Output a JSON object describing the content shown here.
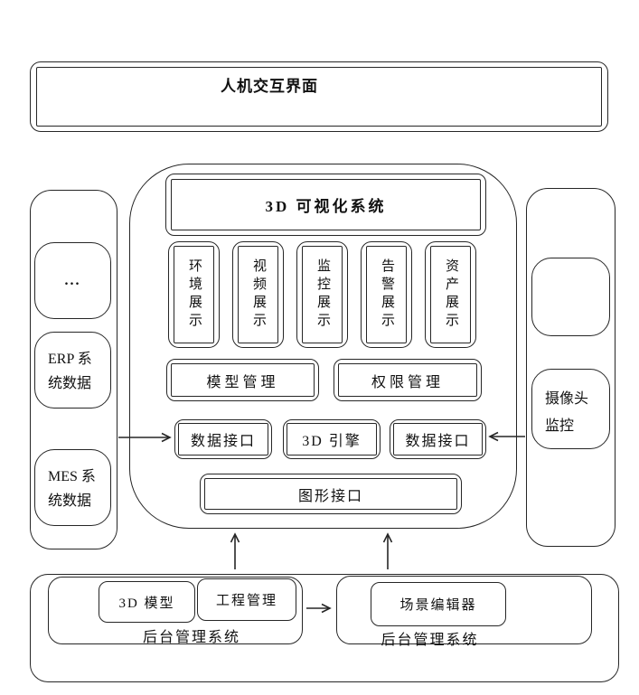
{
  "colors": {
    "line": "#262626",
    "background": "#ffffff",
    "text": "#111111"
  },
  "top_box": {
    "title": "人机交互界面"
  },
  "central_system": {
    "title": "3D 可视化系统",
    "display_modules": [
      "环境展示",
      "视频展示",
      "监控展示",
      "告警展示",
      "资产展示"
    ],
    "management_modules": {
      "model": "模型管理",
      "permission": "权限管理"
    },
    "interface_row": {
      "data_left": "数据接口",
      "engine": "3D 引擎",
      "data_right": "数据接口"
    },
    "graphics_interface": "图形接口"
  },
  "left_panel": {
    "ellipsis": "...",
    "erp": {
      "line1": "ERP 系",
      "line2": "统数据"
    },
    "mes": {
      "line1": "MES 系",
      "line2": "统数据"
    }
  },
  "right_panel": {
    "camera": {
      "line1": "摄像头",
      "line2": "监控"
    }
  },
  "bottom_section": {
    "left_system": {
      "label": "后台管理系统",
      "module1": "3D 模型",
      "module2": "工程管理"
    },
    "right_system": {
      "label": "后台管理系统",
      "module1": "场景编辑器"
    }
  }
}
